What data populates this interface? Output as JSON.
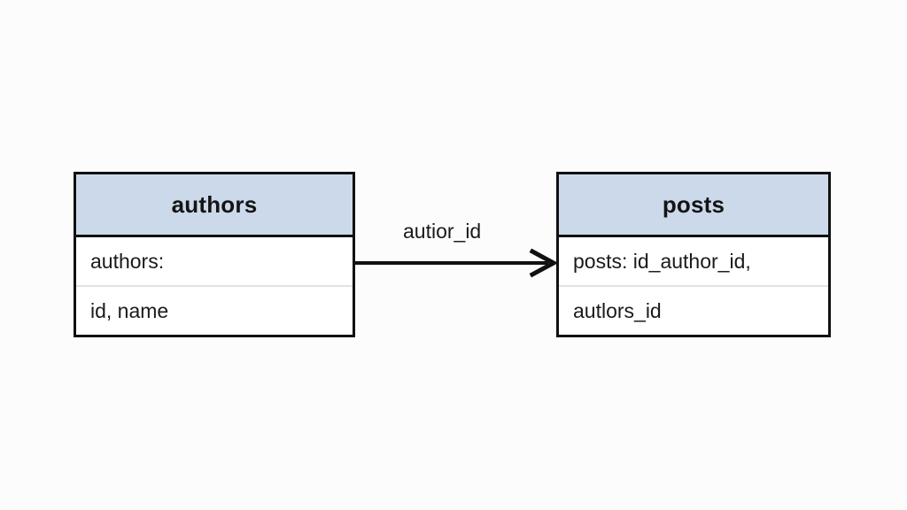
{
  "diagram": {
    "background_color": "#fcfcfc",
    "entities": [
      {
        "id": "authors",
        "title": "authors",
        "header_color": "#ccd9ea",
        "border_color": "#111111",
        "rows": [
          "authors:",
          "id, name"
        ]
      },
      {
        "id": "posts",
        "title": "posts",
        "header_color": "#ccd9ea",
        "border_color": "#111111",
        "rows": [
          "posts: id_author_id,",
          "autlors_id"
        ]
      }
    ],
    "relationship": {
      "label": "autior_id",
      "from": "authors",
      "to": "posts",
      "arrow_style": "open-chevron",
      "line_color": "#111111"
    }
  }
}
